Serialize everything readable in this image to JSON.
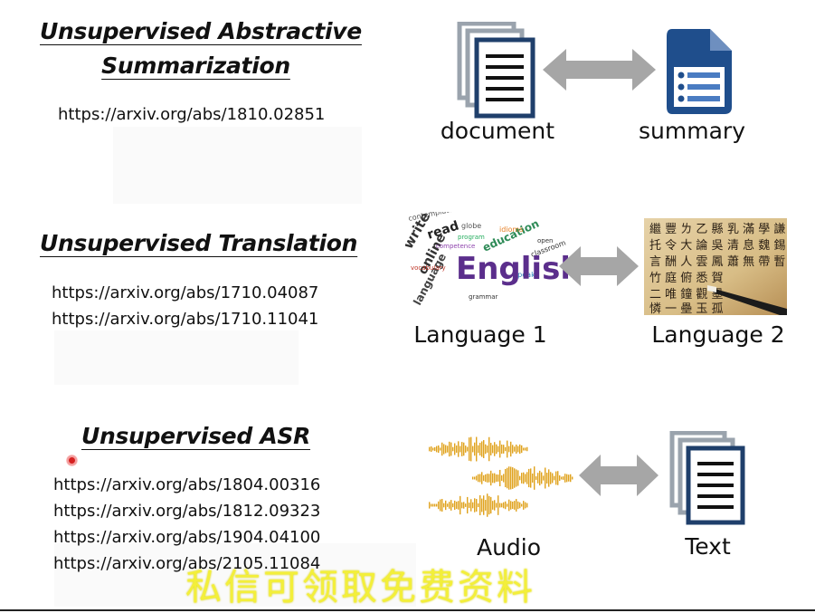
{
  "sections": [
    {
      "title_line1": "Unsupervised Abstractive",
      "title_line2": "Summarization",
      "links": [
        "https://arxiv.org/abs/1810.02851"
      ],
      "left_caption": "document",
      "right_caption": "summary"
    },
    {
      "title": "Unsupervised Translation",
      "links": [
        "https://arxiv.org/abs/1710.04087",
        "https://arxiv.org/abs/1710.11041"
      ],
      "left_caption": "Language 1",
      "right_caption": "Language 2"
    },
    {
      "title": "Unsupervised ASR",
      "links": [
        "https://arxiv.org/abs/1804.00316",
        "https://arxiv.org/abs/1812.09323",
        "https://arxiv.org/abs/1904.04100",
        "https://arxiv.org/abs/2105.11084"
      ],
      "left_caption": "Audio",
      "right_caption": "Text"
    }
  ],
  "word_cloud": {
    "main_word": "English",
    "words": [
      "contemplate",
      "write",
      "read",
      "globe",
      "online",
      "language",
      "vocabulary",
      "education",
      "classroom",
      "open",
      "grammar",
      "idioms",
      "competence",
      "speak",
      "program"
    ]
  },
  "watermark": "私信可领取免费资料",
  "colors": {
    "doc_stroke": "#1f3f6b",
    "doc_shadow": "#9aa3ad",
    "summary_blue": "#1f4e8c",
    "arrow_gray": "#a6a6a6",
    "audio_gold": "#e0a21d",
    "watermark": "#f3ef3a"
  }
}
